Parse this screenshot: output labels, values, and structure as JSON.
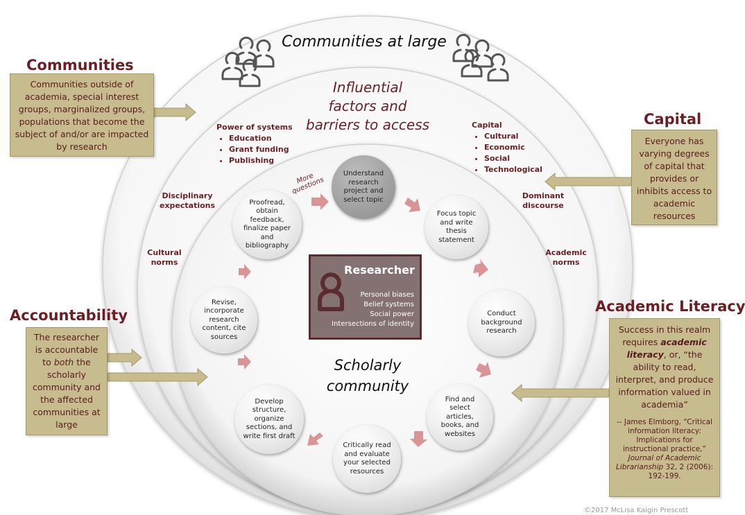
{
  "rings": {
    "outer_title": "Communities at large",
    "middle_title": "Influential factors and barriers to access",
    "middle_title_lines": [
      "Influential",
      "factors and",
      "barriers to access"
    ],
    "inner_title_lines": [
      "Scholarly",
      "community"
    ]
  },
  "sides": {
    "communities": {
      "title": "Communities",
      "text": "Communities outside of academia, special interest groups, marginalized groups, populations that become the subject of and/or are impacted by research"
    },
    "capital": {
      "title": "Capital",
      "text": "Everyone has varying degrees of capital that provides or inhibits access to academic resources"
    },
    "accountability": {
      "title": "Accountability",
      "text_pre": "The researcher is accountable to ",
      "text_em": "both",
      "text_post": " the scholarly community and the affected communities at large"
    },
    "academic_literacy": {
      "title": "Academic Literacy",
      "text_pre": "Success in this realm requires ",
      "text_em": "academic literacy",
      "text_post": ", or, “the ability to read, interpret, and produce information valued in academia”",
      "cite_pre": "-- James Elmborg, “Critical information literacy: Implications for instructional practice,” ",
      "cite_em": "Journal of Academic Librarianship",
      "cite_post": " 32, 2 (2006): 192-199."
    }
  },
  "factors": {
    "power": {
      "heading": "Power of systems",
      "items": [
        "Education",
        "Grant funding",
        "Publishing"
      ]
    },
    "capital": {
      "heading": "Capital",
      "items": [
        "Cultural",
        "Economic",
        "Social",
        "Technological"
      ]
    },
    "disciplinary": "Disciplinary expectations",
    "cultural": "Cultural norms",
    "dominant": "Dominant discourse",
    "academic_norms": "Academic norms",
    "more_questions": "More questions"
  },
  "steps": [
    "Understand research project and select topic",
    "Focus topic and write thesis statement",
    "Conduct background research",
    "Find and select articles, books, and websites",
    "Critically read and evaluate your selected resources",
    "Develop structure, organize sections, and write first draft",
    "Revise, incorporate research content, cite sources",
    "Proofread, obtain feedback, finalize paper and bibliography"
  ],
  "researcher": {
    "title": "Researcher",
    "items": [
      "Personal biases",
      "Belief systems",
      "Social power",
      "Intersections of identity"
    ]
  },
  "footer": "©2017 McLisa Kaigin Prescott",
  "colors": {
    "maroon": "#6b1f24",
    "box": "#c6bc8e",
    "arrow": "#d99595",
    "researcher": "#847272"
  },
  "icons": [
    "people-group-icon",
    "person-icon"
  ]
}
